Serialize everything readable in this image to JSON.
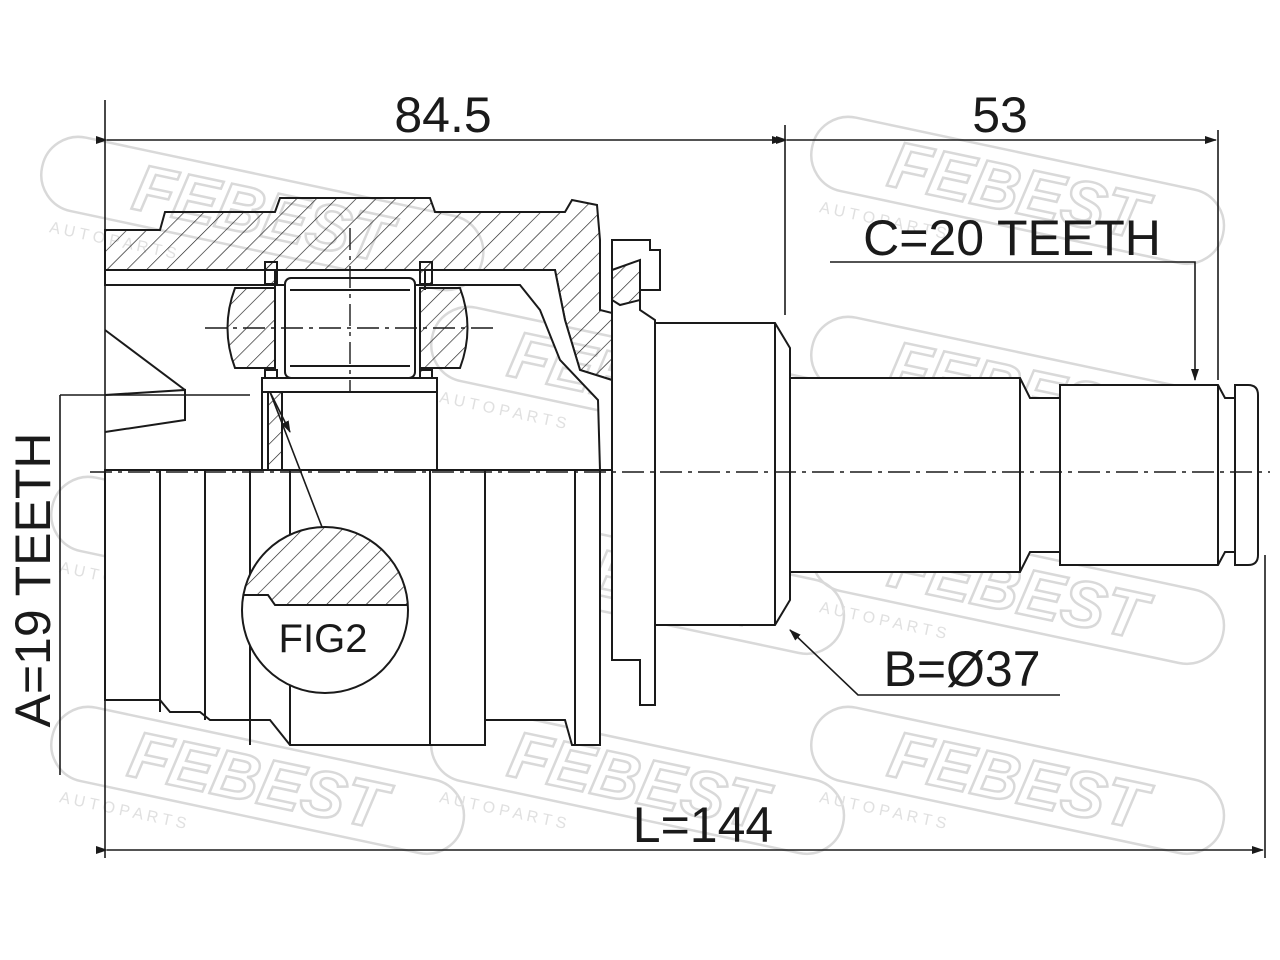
{
  "dimensions": {
    "length_a": "84.5",
    "length_b": "53",
    "total_length": "L=144"
  },
  "specs": {
    "outer_teeth": "C=20 TEETH",
    "inner_teeth": "A=19 TEETH",
    "seal_diameter": "B=Ø37"
  },
  "figure_label": "FIG2",
  "watermark": {
    "brand": "FEBEST",
    "sub": "A U T O   P A R T S"
  },
  "colors": {
    "line": "#1a1a1a",
    "watermark": "#d9d9d9"
  }
}
